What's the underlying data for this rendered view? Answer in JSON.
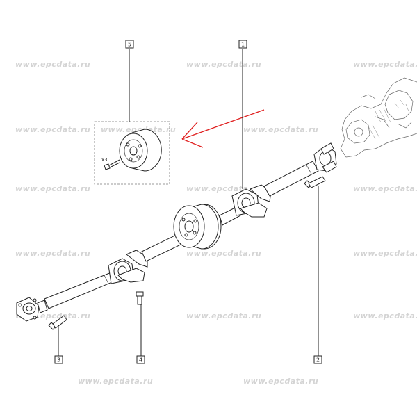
{
  "watermark": "www.epcdata.ru",
  "callouts": {
    "c1": "1",
    "c2": "2",
    "c3": "3",
    "c4": "4",
    "c5": "5"
  },
  "detail_quantity": "x3",
  "colors": {
    "arrow": "#e02020",
    "lines": "#222222",
    "watermark": "#d4d4d4"
  }
}
